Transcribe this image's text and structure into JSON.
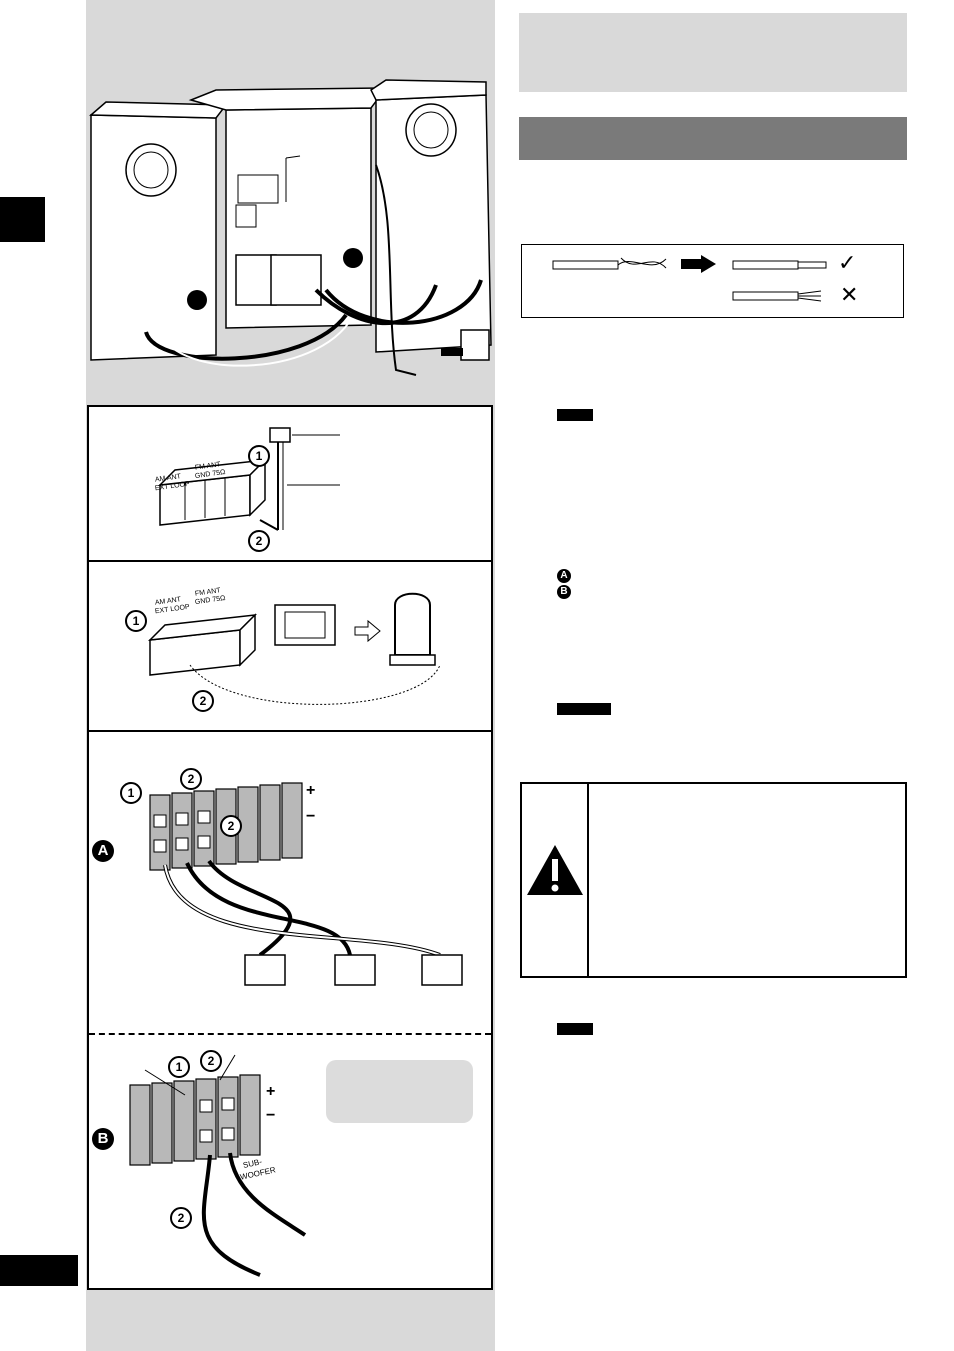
{
  "badges": {
    "a": "A",
    "b": "B"
  },
  "steps": {
    "one": "1",
    "two": "2"
  },
  "terminal_labels": {
    "am_ant": "AM ANT",
    "ext_loop": "EXT LOOP",
    "fm_ant": "FM ANT",
    "gnd_75": "GND 75Ω",
    "sub_woofer_1": "SUB-",
    "sub_woofer_2": "WOOFER"
  },
  "polarity": {
    "plus": "+",
    "minus": "−"
  },
  "wire_marks": {
    "ok": "✓",
    "ng": "✕"
  },
  "warning_icon": "exclamation-triangle-icon"
}
